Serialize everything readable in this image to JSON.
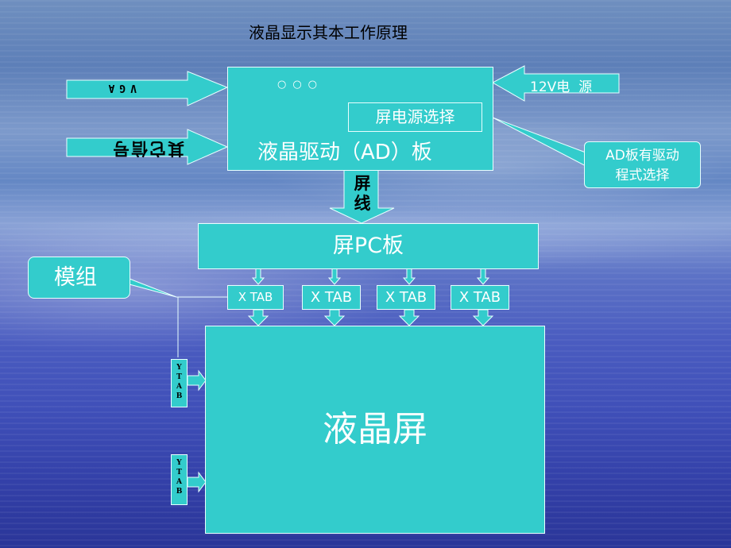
{
  "title": "液晶显示其本工作原理",
  "inputs": {
    "vga": "VGA",
    "other_signal": "其它信号",
    "power_12v": "12V电  源"
  },
  "ad_board": {
    "label": "液晶驱动（AD）板",
    "power_select": "屏电源选择"
  },
  "callout_program": "AD板有驱动\n程式选择",
  "screen_cable": "屏\n线",
  "pc_board": "屏PC板",
  "module_callout": "模组",
  "xtabs": [
    "X TAB",
    "X TAB",
    "X TAB",
    "X TAB"
  ],
  "ytabs": [
    "YTAB",
    "YTAB"
  ],
  "panel": "液晶屏",
  "colors": {
    "box_fill": "#33cccc",
    "box_border": "#e8ffff",
    "text": "#ffffff",
    "title_text": "#000000"
  }
}
